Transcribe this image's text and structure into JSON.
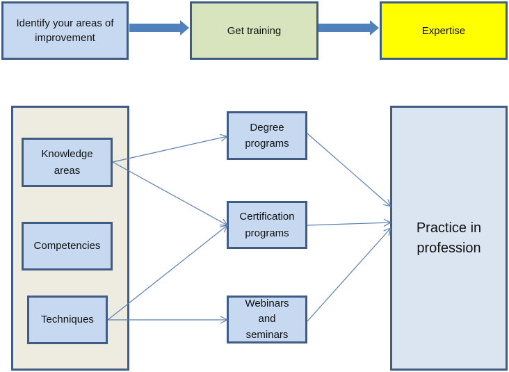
{
  "top_flow": {
    "steps": [
      {
        "label": "Identify your areas of improvement",
        "color": "#c6d9f1"
      },
      {
        "label": "Get training",
        "color": "#d7e4bd"
      },
      {
        "label": "Expertise",
        "color": "#ffff00"
      }
    ],
    "arrow_color": "#4f81bd"
  },
  "areas": {
    "container_color": "#eeece1",
    "items": [
      {
        "label": "Knowledge areas"
      },
      {
        "label": "Competencies"
      },
      {
        "label": "Techniques"
      }
    ]
  },
  "training": {
    "items": [
      {
        "label": "Degree programs"
      },
      {
        "label": "Certification programs"
      },
      {
        "label": "Webinars and seminars"
      }
    ]
  },
  "outcome": {
    "label": "Practice in profession",
    "color": "#dbe5f1"
  },
  "connections": [
    {
      "from": "Knowledge areas",
      "to": "Degree programs"
    },
    {
      "from": "Knowledge areas",
      "to": "Certification programs"
    },
    {
      "from": "Techniques",
      "to": "Certification programs"
    },
    {
      "from": "Techniques",
      "to": "Webinars and seminars"
    },
    {
      "from": "Degree programs",
      "to": "Practice in profession"
    },
    {
      "from": "Certification programs",
      "to": "Practice in profession"
    },
    {
      "from": "Webinars and seminars",
      "to": "Practice in profession"
    }
  ],
  "line_color": "#5b7fb0",
  "border_color": "#3f5d84"
}
